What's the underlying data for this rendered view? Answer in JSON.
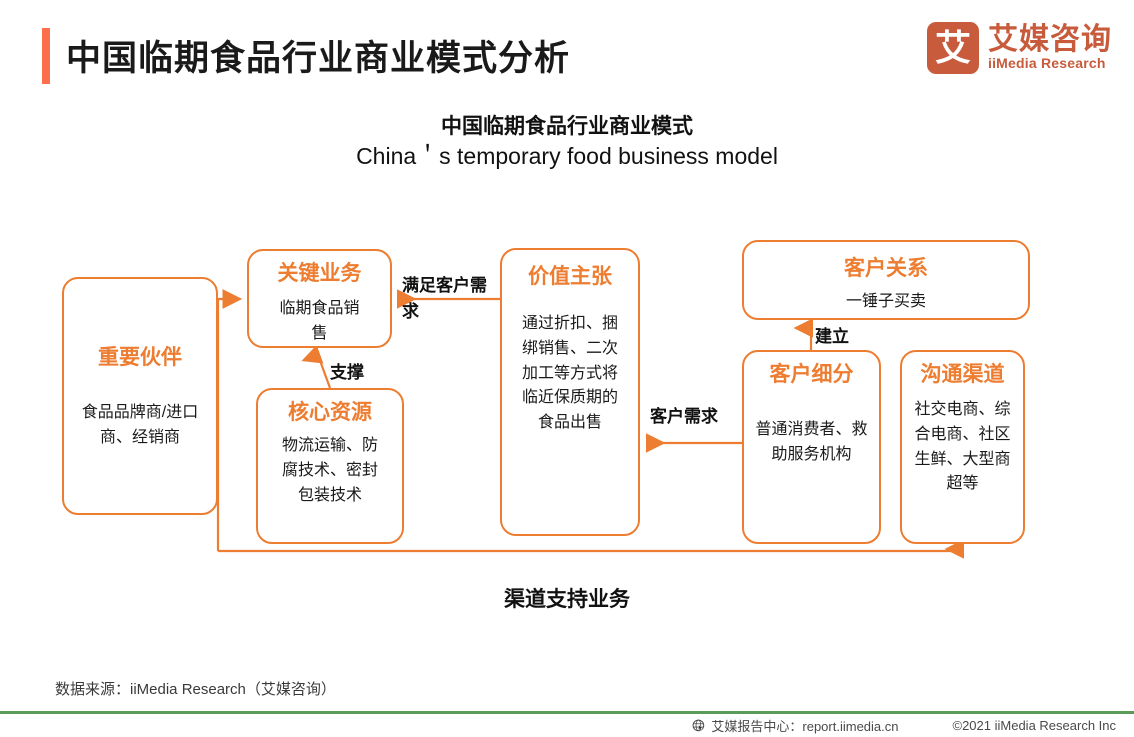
{
  "header": {
    "title": "中国临期食品行业商业模式分析",
    "accent_color": "#FB6F4B",
    "logo": {
      "mark": "艾",
      "name_cn": "艾媒咨询",
      "name_en": "iiMedia Research",
      "color": "#C75B3C"
    }
  },
  "subtitle": {
    "cn": "中国临期食品行业商业模式",
    "en": "China＇s temporary food business model"
  },
  "diagram": {
    "accent_color": "#ED7D31",
    "nodes": [
      {
        "id": "partners",
        "title": "重要伙伴",
        "body": "食品品牌商/进口商、经销商"
      },
      {
        "id": "key-business",
        "title": "关键业务",
        "body": "临期食品销售"
      },
      {
        "id": "core-resources",
        "title": "核心资源",
        "body": "物流运输、防腐技术、密封包装技术"
      },
      {
        "id": "value-proposition",
        "title": "价值主张",
        "body": "通过折扣、捆绑销售、二次加工等方式将临近保质期的食品出售"
      },
      {
        "id": "customer-relations",
        "title": "客户关系",
        "body": "一锤子买卖"
      },
      {
        "id": "customer-segments",
        "title": "客户细分",
        "body": "普通消费者、救助服务机构"
      },
      {
        "id": "channels",
        "title": "沟通渠道",
        "body": "社交电商、综合电商、社区生鲜、大型商超等"
      }
    ],
    "edge_labels": {
      "satisfy_demand": "满足客户需求",
      "support": "支撑",
      "customer_demand": "客户需求",
      "establish": "建立",
      "channel_support": "渠道支持业务"
    }
  },
  "footer": {
    "source": "数据来源：iiMedia Research（艾媒咨询）",
    "report_center": "艾媒报告中心：report.iimedia.cn",
    "copyright": "©2021  iiMedia Research  Inc",
    "rule_color": "#5B9B58"
  }
}
